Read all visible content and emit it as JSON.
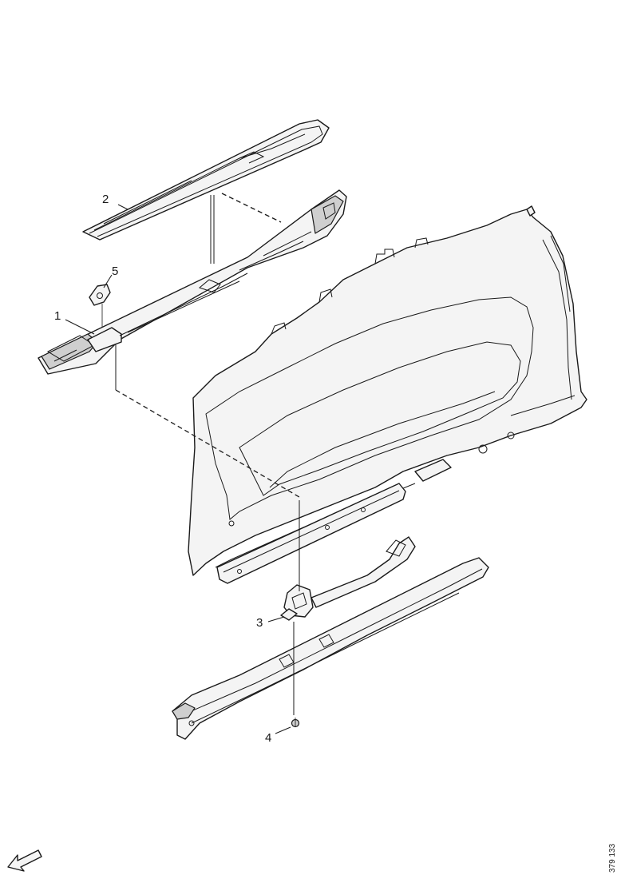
{
  "callouts": [
    {
      "id": "1",
      "text": "1"
    },
    {
      "id": "2",
      "text": "2"
    },
    {
      "id": "3",
      "text": "3"
    },
    {
      "id": "4",
      "text": "4"
    },
    {
      "id": "5",
      "text": "5"
    }
  ],
  "reference_code": "379 133",
  "icons": {
    "orientation": "front-direction-arrow-icon"
  }
}
